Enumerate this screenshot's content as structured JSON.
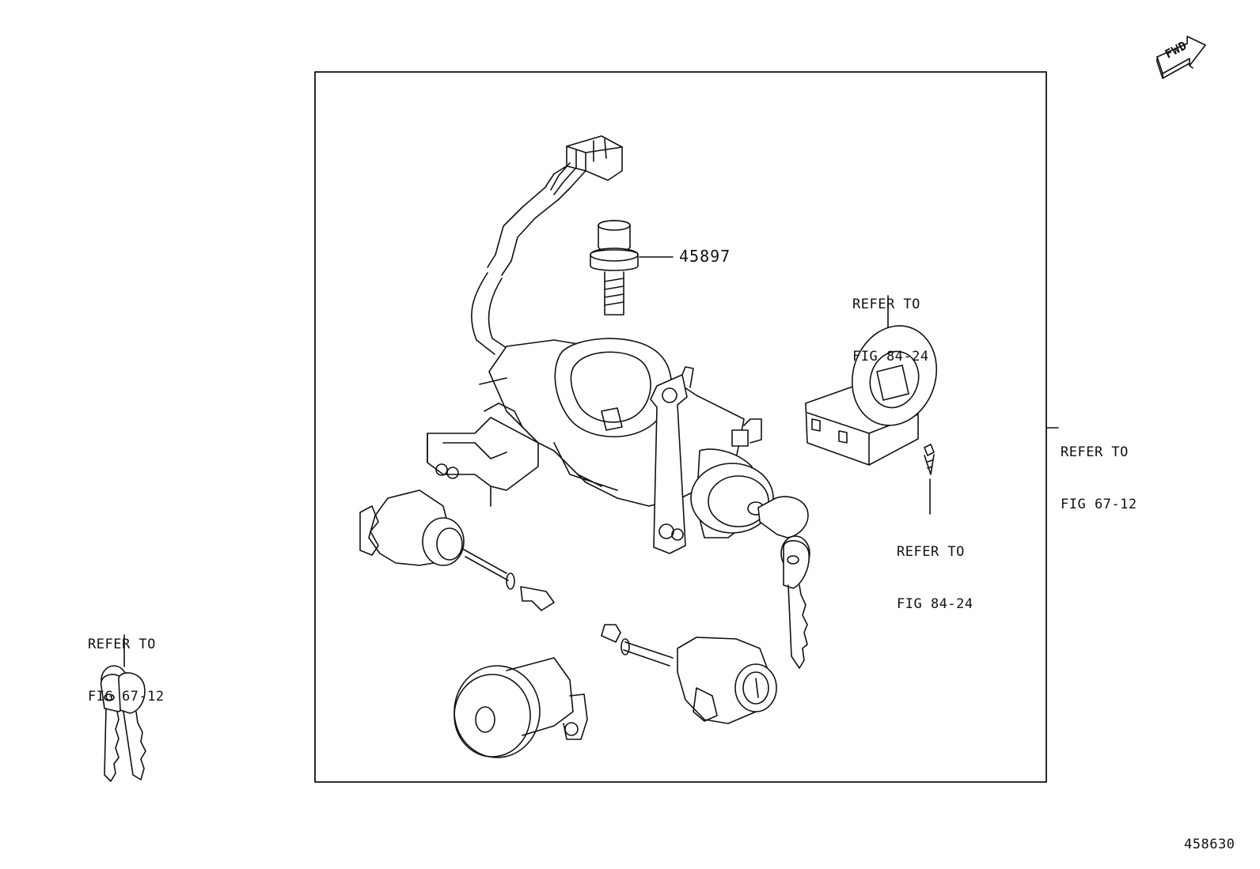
{
  "fwd_label": "FWD",
  "callouts": {
    "bolt_part_number": "45897",
    "ref_immobilizer": {
      "line1": "REFER TO",
      "line2": "FIG 84-24"
    },
    "ref_screw": {
      "line1": "REFER TO",
      "line2": "FIG 84-24"
    },
    "ref_assembly": {
      "line1": "REFER TO",
      "line2": "FIG 67-12"
    },
    "ref_keys": {
      "line1": "REFER TO",
      "line2": "FIG 67-12"
    }
  },
  "figure_number": "458630",
  "colors": {
    "ink": "#111111",
    "background": "#ffffff"
  }
}
